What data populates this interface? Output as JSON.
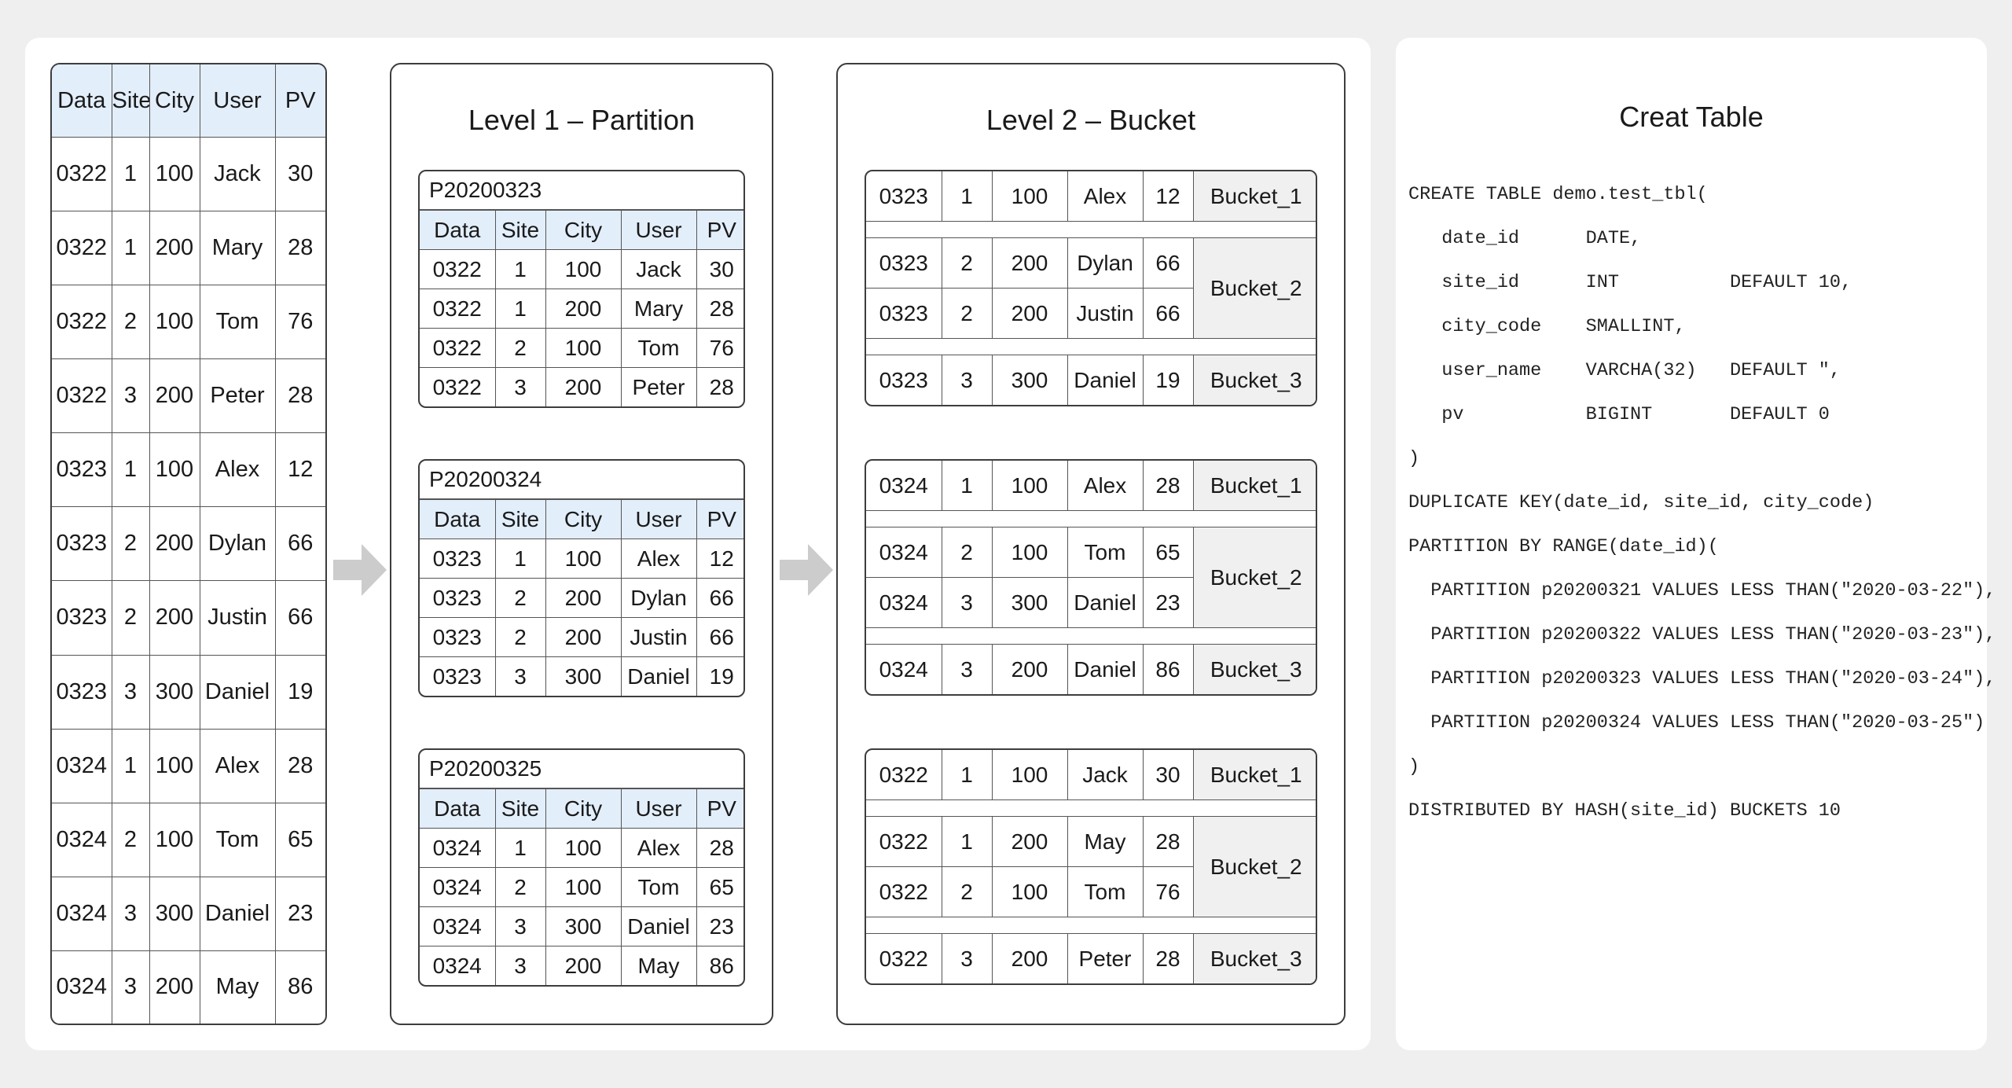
{
  "columns": [
    "Data",
    "Site",
    "City",
    "User",
    "PV"
  ],
  "raw_rows": [
    [
      "0322",
      "1",
      "100",
      "Jack",
      "30"
    ],
    [
      "0322",
      "1",
      "200",
      "Mary",
      "28"
    ],
    [
      "0322",
      "2",
      "100",
      "Tom",
      "76"
    ],
    [
      "0322",
      "3",
      "200",
      "Peter",
      "28"
    ],
    [
      "0323",
      "1",
      "100",
      "Alex",
      "12"
    ],
    [
      "0323",
      "2",
      "200",
      "Dylan",
      "66"
    ],
    [
      "0323",
      "2",
      "200",
      "Justin",
      "66"
    ],
    [
      "0323",
      "3",
      "300",
      "Daniel",
      "19"
    ],
    [
      "0324",
      "1",
      "100",
      "Alex",
      "28"
    ],
    [
      "0324",
      "2",
      "100",
      "Tom",
      "65"
    ],
    [
      "0324",
      "3",
      "300",
      "Daniel",
      "23"
    ],
    [
      "0324",
      "3",
      "200",
      "May",
      "86"
    ]
  ],
  "level1": {
    "title": "Level 1 – Partition",
    "partitions": [
      {
        "name": "P20200323",
        "rows": [
          [
            "0322",
            "1",
            "100",
            "Jack",
            "30"
          ],
          [
            "0322",
            "1",
            "200",
            "Mary",
            "28"
          ],
          [
            "0322",
            "2",
            "100",
            "Tom",
            "76"
          ],
          [
            "0322",
            "3",
            "200",
            "Peter",
            "28"
          ]
        ]
      },
      {
        "name": "P20200324",
        "rows": [
          [
            "0323",
            "1",
            "100",
            "Alex",
            "12"
          ],
          [
            "0323",
            "2",
            "200",
            "Dylan",
            "66"
          ],
          [
            "0323",
            "2",
            "200",
            "Justin",
            "66"
          ],
          [
            "0323",
            "3",
            "300",
            "Daniel",
            "19"
          ]
        ]
      },
      {
        "name": "P20200325",
        "rows": [
          [
            "0324",
            "1",
            "100",
            "Alex",
            "28"
          ],
          [
            "0324",
            "2",
            "100",
            "Tom",
            "65"
          ],
          [
            "0324",
            "3",
            "300",
            "Daniel",
            "23"
          ],
          [
            "0324",
            "3",
            "200",
            "May",
            "86"
          ]
        ]
      }
    ]
  },
  "level2": {
    "title": "Level 2 – Bucket",
    "groups": [
      {
        "b1": {
          "label": "Bucket_1",
          "rows": [
            [
              "0323",
              "1",
              "100",
              "Alex",
              "12"
            ]
          ]
        },
        "b2": {
          "label": "Bucket_2",
          "rows": [
            [
              "0323",
              "2",
              "200",
              "Dylan",
              "66"
            ],
            [
              "0323",
              "2",
              "200",
              "Justin",
              "66"
            ]
          ]
        },
        "b3": {
          "label": "Bucket_3",
          "rows": [
            [
              "0323",
              "3",
              "300",
              "Daniel",
              "19"
            ]
          ]
        }
      },
      {
        "b1": {
          "label": "Bucket_1",
          "rows": [
            [
              "0324",
              "1",
              "100",
              "Alex",
              "28"
            ]
          ]
        },
        "b2": {
          "label": "Bucket_2",
          "rows": [
            [
              "0324",
              "2",
              "100",
              "Tom",
              "65"
            ],
            [
              "0324",
              "3",
              "300",
              "Daniel",
              "23"
            ]
          ]
        },
        "b3": {
          "label": "Bucket_3",
          "rows": [
            [
              "0324",
              "3",
              "200",
              "Daniel",
              "86"
            ]
          ]
        }
      },
      {
        "b1": {
          "label": "Bucket_1",
          "rows": [
            [
              "0322",
              "1",
              "100",
              "Jack",
              "30"
            ]
          ]
        },
        "b2": {
          "label": "Bucket_2",
          "rows": [
            [
              "0322",
              "1",
              "200",
              "May",
              "28"
            ],
            [
              "0322",
              "2",
              "100",
              "Tom",
              "76"
            ]
          ]
        },
        "b3": {
          "label": "Bucket_3",
          "rows": [
            [
              "0322",
              "3",
              "200",
              "Peter",
              "28"
            ]
          ]
        }
      }
    ]
  },
  "create_table": {
    "title": "Creat Table",
    "code_lines": [
      "CREATE TABLE demo.test_tbl(",
      "   date_id      DATE,",
      "   site_id      INT          DEFAULT 10,",
      "   city_code    SMALLINT,",
      "   user_name    VARCHA(32)   DEFAULT \",",
      "   pv           BIGINT       DEFAULT 0",
      ")",
      "DUPLICATE KEY(date_id, site_id, city_code)",
      "PARTITION BY RANGE(date_id)(",
      "  PARTITION p20200321 VALUES LESS THAN(\"2020-03-22\"),",
      "  PARTITION p20200322 VALUES LESS THAN(\"2020-03-23\"),",
      "  PARTITION p20200323 VALUES LESS THAN(\"2020-03-24\"),",
      "  PARTITION p20200324 VALUES LESS THAN(\"2020-03-25\")",
      ")",
      "DISTRIBUTED BY HASH(site_id) BUCKETS 10"
    ]
  },
  "colors": {
    "header_bg": "#e3eefb",
    "bucket_bg": "#f0f0f0",
    "arrow": "#cccccc"
  }
}
